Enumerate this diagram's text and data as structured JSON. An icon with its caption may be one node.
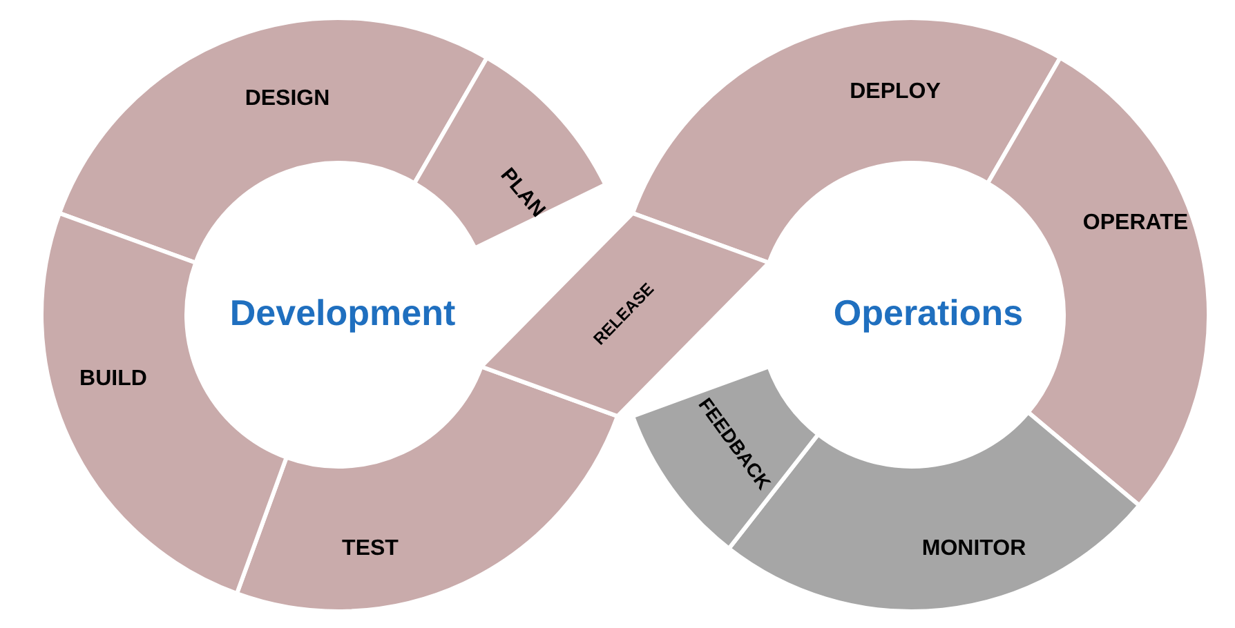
{
  "diagram": {
    "nodes": [
      {
        "text": [
          "DESIGN"
        ]
      },
      {
        "text": [
          "PLAN"
        ]
      },
      {
        "text": [
          "RELEASE"
        ]
      },
      {
        "text": [
          "DEPLOY"
        ]
      },
      {
        "text": [
          "OPERATE"
        ]
      },
      {
        "text": [
          "MONITOR"
        ]
      },
      {
        "text": [
          "FEEDBACK"
        ]
      },
      {
        "text": [
          "TEST"
        ]
      },
      {
        "text": [
          "BUILD"
        ]
      }
    ],
    "labels": [
      "Development",
      "Operations"
    ]
  }
}
